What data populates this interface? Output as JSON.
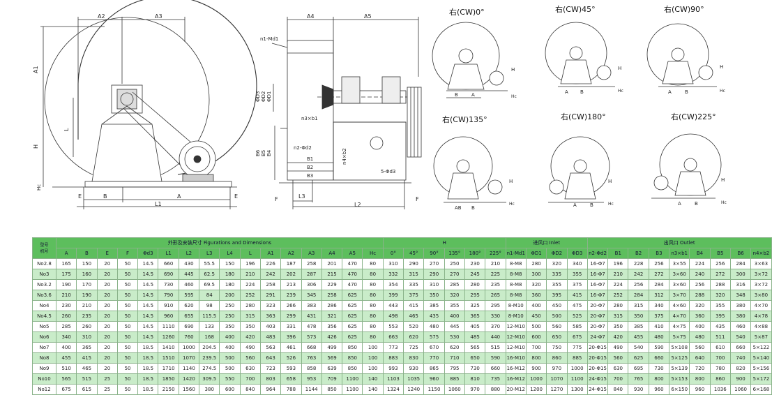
{
  "drawing": {
    "front_view": {
      "dims": [
        "A2",
        "A3",
        "A1",
        "L",
        "H",
        "Hc",
        "E",
        "B",
        "A",
        "L1",
        "E"
      ]
    },
    "side_view": {
      "dims": [
        "A4",
        "A5",
        "n1-Md1",
        "ΦD3",
        "ΦD2",
        "ΦD1",
        "n3×b1",
        "B6",
        "B5",
        "B4",
        "n2-Φd2",
        "B1",
        "B2",
        "B3",
        "n4×b2",
        "5-Φd3",
        "L3",
        "L2",
        "F",
        "F"
      ]
    },
    "orientations": [
      {
        "label": "右(CW)0°",
        "dims": [
          "B",
          "A",
          "H",
          "Hc"
        ]
      },
      {
        "label": "右(CW)45°",
        "dims": [
          "A",
          "B",
          "H",
          "Hc"
        ]
      },
      {
        "label": "右(CW)90°",
        "dims": [
          "A",
          "B",
          "H",
          "Hc"
        ]
      },
      {
        "label": "右(CW)135°",
        "dims": [
          "AB",
          "B",
          "H",
          "Hc"
        ]
      },
      {
        "label": "右(CW)180°",
        "dims": [
          "A",
          "B",
          "H",
          "Hc"
        ]
      },
      {
        "label": "右(CW)225°",
        "dims": [
          "A",
          "B",
          "H",
          "Hc"
        ]
      }
    ]
  },
  "table": {
    "corner_top": "型号",
    "corner_bottom": "机号",
    "group_dims": "外形及安装尺寸 Figurations and Dimensions",
    "group_h": "H",
    "group_inlet": "进风口 Inlet",
    "group_outlet": "出风口 Outlet",
    "columns": [
      "A",
      "B",
      "E",
      "F",
      "Φd3",
      "L1",
      "L2",
      "L3",
      "L4",
      "L",
      "A1",
      "A2",
      "A3",
      "A4",
      "A5",
      "Hc",
      "0°",
      "45°",
      "90°",
      "135°",
      "180°",
      "225°",
      "n1-Md1",
      "ΦD1",
      "ΦD2",
      "ΦD3",
      "n2-Φd2",
      "B1",
      "B2",
      "B3",
      "n3×b1",
      "B4",
      "B5",
      "B6",
      "n4×b2"
    ],
    "rows": [
      [
        "No2.8",
        "165",
        "150",
        "20",
        "50",
        "14.5",
        "660",
        "430",
        "55.5",
        "150",
        "196",
        "226",
        "187",
        "258",
        "201",
        "470",
        "80",
        "310",
        "290",
        "270",
        "250",
        "230",
        "210",
        "8-M8",
        "280",
        "320",
        "340",
        "16-Φ7",
        "196",
        "228",
        "256",
        "3×55",
        "224",
        "256",
        "284",
        "3×63"
      ],
      [
        "No3",
        "175",
        "160",
        "20",
        "50",
        "14.5",
        "690",
        "445",
        "62.5",
        "180",
        "210",
        "242",
        "202",
        "287",
        "215",
        "470",
        "80",
        "332",
        "315",
        "290",
        "270",
        "245",
        "225",
        "8-M8",
        "300",
        "335",
        "355",
        "16-Φ7",
        "210",
        "242",
        "272",
        "3×60",
        "240",
        "272",
        "300",
        "3×72"
      ],
      [
        "No3.2",
        "190",
        "170",
        "20",
        "50",
        "14.5",
        "730",
        "460",
        "69.5",
        "180",
        "224",
        "258",
        "213",
        "306",
        "229",
        "470",
        "80",
        "354",
        "335",
        "310",
        "285",
        "280",
        "235",
        "8-M8",
        "320",
        "355",
        "375",
        "16-Φ7",
        "224",
        "256",
        "284",
        "3×60",
        "256",
        "288",
        "316",
        "3×72"
      ],
      [
        "No3.6",
        "210",
        "190",
        "20",
        "50",
        "14.5",
        "790",
        "595",
        "84",
        "200",
        "252",
        "291",
        "239",
        "345",
        "258",
        "625",
        "80",
        "399",
        "375",
        "350",
        "320",
        "295",
        "265",
        "8-M8",
        "360",
        "395",
        "415",
        "16-Φ7",
        "252",
        "284",
        "312",
        "3×70",
        "288",
        "320",
        "348",
        "3×80"
      ],
      [
        "No4",
        "230",
        "210",
        "20",
        "50",
        "14.5",
        "910",
        "620",
        "98",
        "250",
        "280",
        "323",
        "266",
        "383",
        "286",
        "625",
        "80",
        "443",
        "415",
        "385",
        "355",
        "325",
        "295",
        "8-M10",
        "400",
        "450",
        "475",
        "20-Φ7",
        "280",
        "315",
        "340",
        "4×60",
        "320",
        "355",
        "380",
        "4×70"
      ],
      [
        "No4.5",
        "260",
        "235",
        "20",
        "50",
        "14.5",
        "960",
        "655",
        "115.5",
        "250",
        "315",
        "363",
        "299",
        "431",
        "321",
        "625",
        "80",
        "498",
        "465",
        "435",
        "400",
        "365",
        "330",
        "8-M10",
        "450",
        "500",
        "525",
        "20-Φ7",
        "315",
        "350",
        "375",
        "4×70",
        "360",
        "395",
        "380",
        "4×78"
      ],
      [
        "No5",
        "285",
        "260",
        "20",
        "50",
        "14.5",
        "1110",
        "690",
        "133",
        "350",
        "350",
        "403",
        "331",
        "478",
        "356",
        "625",
        "80",
        "553",
        "520",
        "480",
        "445",
        "405",
        "370",
        "12-M10",
        "500",
        "560",
        "585",
        "20-Φ7",
        "350",
        "385",
        "410",
        "4×75",
        "400",
        "435",
        "460",
        "4×88"
      ],
      [
        "No6",
        "340",
        "310",
        "20",
        "50",
        "14.5",
        "1260",
        "760",
        "168",
        "400",
        "420",
        "483",
        "396",
        "573",
        "426",
        "625",
        "80",
        "663",
        "620",
        "575",
        "530",
        "485",
        "440",
        "12-M10",
        "600",
        "650",
        "675",
        "24-Φ7",
        "420",
        "455",
        "480",
        "5×75",
        "480",
        "511",
        "540",
        "5×87"
      ],
      [
        "No7",
        "400",
        "365",
        "20",
        "50",
        "18.5",
        "1410",
        "1000",
        "204.5",
        "400",
        "490",
        "563",
        "461",
        "668",
        "499",
        "850",
        "100",
        "773",
        "725",
        "670",
        "620",
        "565",
        "515",
        "12-M10",
        "700",
        "750",
        "775",
        "20-Φ15",
        "490",
        "540",
        "590",
        "5×108",
        "560",
        "610",
        "660",
        "5×122"
      ],
      [
        "No8",
        "455",
        "415",
        "20",
        "50",
        "18.5",
        "1510",
        "1070",
        "239.5",
        "500",
        "560",
        "643",
        "526",
        "763",
        "569",
        "850",
        "100",
        "883",
        "830",
        "770",
        "710",
        "650",
        "590",
        "16-M10",
        "800",
        "860",
        "885",
        "20-Φ15",
        "560",
        "625",
        "660",
        "5×125",
        "640",
        "700",
        "740",
        "5×140"
      ],
      [
        "No9",
        "510",
        "465",
        "20",
        "50",
        "18.5",
        "1710",
        "1140",
        "274.5",
        "500",
        "630",
        "723",
        "593",
        "858",
        "639",
        "850",
        "100",
        "993",
        "930",
        "865",
        "795",
        "730",
        "660",
        "16-M12",
        "900",
        "970",
        "1000",
        "20-Φ15",
        "630",
        "695",
        "730",
        "5×139",
        "720",
        "780",
        "820",
        "5×156"
      ],
      [
        "No10",
        "565",
        "515",
        "25",
        "50",
        "18.5",
        "1850",
        "1420",
        "309.5",
        "550",
        "700",
        "803",
        "658",
        "953",
        "709",
        "1100",
        "140",
        "1103",
        "1035",
        "960",
        "885",
        "810",
        "735",
        "16-M12",
        "1000",
        "1070",
        "1100",
        "24-Φ15",
        "700",
        "765",
        "800",
        "5×153",
        "800",
        "860",
        "900",
        "5×172"
      ],
      [
        "No12",
        "675",
        "615",
        "25",
        "50",
        "18.5",
        "2150",
        "1560",
        "380",
        "600",
        "840",
        "964",
        "788",
        "1144",
        "850",
        "1100",
        "140",
        "1324",
        "1240",
        "1150",
        "1060",
        "970",
        "880",
        "20-M12",
        "1200",
        "1270",
        "1300",
        "24-Φ15",
        "840",
        "930",
        "960",
        "6×150",
        "960",
        "1036",
        "1060",
        "6×168"
      ]
    ]
  }
}
